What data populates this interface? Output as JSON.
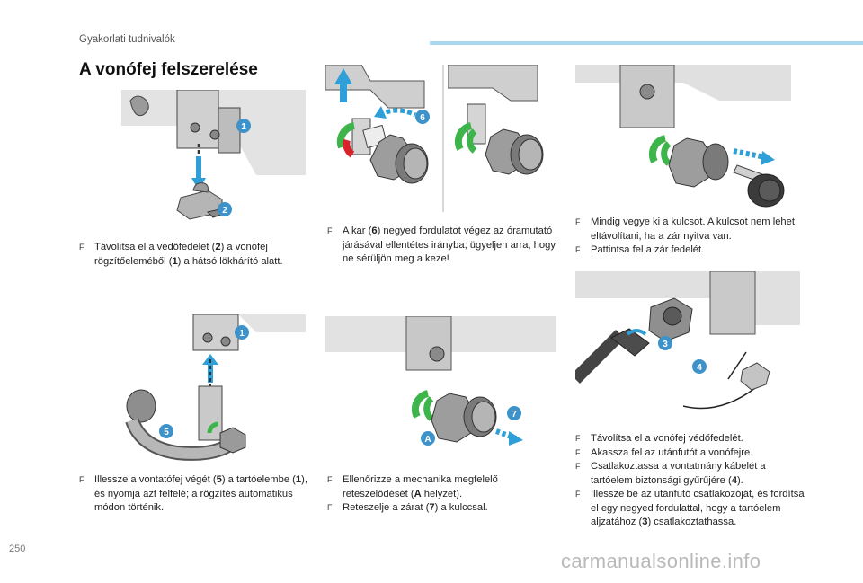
{
  "header": {
    "section": "Gyakorlati tudnivalók",
    "title": "A vonófej felszerelése",
    "page_number": "250"
  },
  "watermark": "carmanualsonline.info",
  "colors": {
    "callout": "#3d92c9",
    "arrow": "#2f9fd8",
    "green": "#3db54a",
    "red": "#d8232a"
  },
  "figures": {
    "fig1": {
      "callouts": [
        "1",
        "2"
      ]
    },
    "fig2": {
      "callouts": [
        "6"
      ]
    },
    "fig4": {
      "callouts": []
    },
    "fig5": {
      "callouts": [
        "1",
        "5"
      ]
    },
    "fig6": {
      "callouts": [
        "7",
        "A"
      ]
    },
    "fig7": {
      "callouts": [
        "3",
        "4"
      ]
    }
  },
  "captions": {
    "c1": [
      {
        "bullet": "F",
        "parts": [
          "Távolítsa el a védőfedelet (",
          "2",
          ") a vonófej rögzítőeleméből (",
          "1",
          ") a hátsó lökhárító alatt."
        ]
      }
    ],
    "c2": [
      {
        "bullet": "F",
        "parts": [
          "A kar (",
          "6",
          ") negyed fordulatot végez az óramutató járásával ellentétes irányba; ügyeljen arra, hogy ne sérüljön meg a keze!"
        ]
      }
    ],
    "c3": [
      {
        "bullet": "F",
        "parts": [
          "Mindig vegye ki a kulcsot. A kulcsot nem lehet eltávolítani, ha a zár nyitva van."
        ]
      },
      {
        "bullet": "F",
        "parts": [
          "Pattintsa fel a zár fedelét."
        ]
      }
    ],
    "c4": [
      {
        "bullet": "F",
        "parts": [
          "Illessze a vontatófej végét (",
          "5",
          ") a tartóelembe (",
          "1",
          "), és nyomja azt felfelé; a rögzítés automatikus módon történik."
        ]
      }
    ],
    "c5": [
      {
        "bullet": "F",
        "parts": [
          "Ellenőrizze a mechanika megfelelő reteszelődését (",
          "A",
          " helyzet)."
        ]
      },
      {
        "bullet": "F",
        "parts": [
          "Reteszelje a zárat (",
          "7",
          ") a kulccsal."
        ]
      }
    ],
    "c6": [
      {
        "bullet": "F",
        "parts": [
          "Távolítsa el a vonófej védőfedelét."
        ]
      },
      {
        "bullet": "F",
        "parts": [
          "Akassza fel az utánfutót a vonófejre."
        ]
      },
      {
        "bullet": "F",
        "parts": [
          "Csatlakoztassa a vontatmány kábelét a tartóelem biztonsági gyűrűjére (",
          "4",
          ")."
        ]
      },
      {
        "bullet": "F",
        "parts": [
          "Illessze be az utánfutó csatlakozóját, és fordítsa el egy negyed fordulattal, hogy a tartóelem aljzatához (",
          "3",
          ") csatlakoztathassa."
        ]
      }
    ]
  }
}
